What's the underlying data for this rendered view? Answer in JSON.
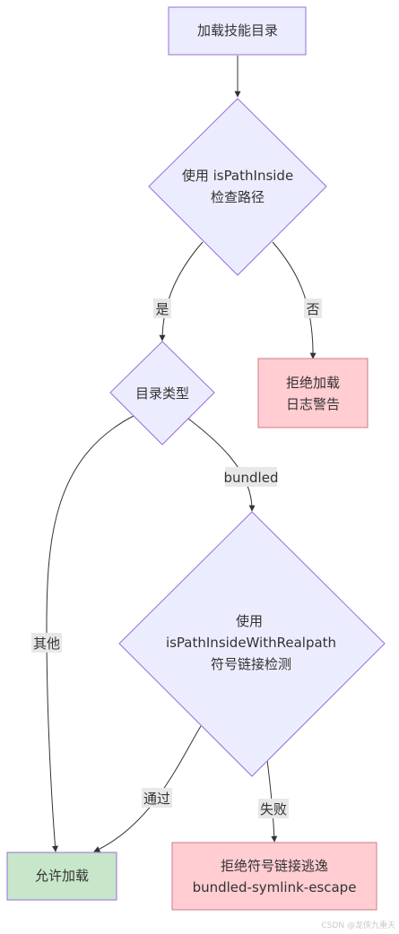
{
  "nodes": {
    "load_dir": {
      "label": "加载技能目录"
    },
    "check_path": {
      "line1": "使用 isPathInside",
      "line2": "检查路径"
    },
    "reject_log": {
      "line1": "拒绝加载",
      "line2": "日志警告"
    },
    "dir_type": {
      "label": "目录类型"
    },
    "check_symlink": {
      "line1": "使用",
      "line2": "isPathInsideWithRealpath",
      "line3": "符号链接检测"
    },
    "allow_load": {
      "label": "允许加载"
    },
    "reject_symlink": {
      "line1": "拒绝符号链接逃逸",
      "line2": "bundled-symlink-escape"
    }
  },
  "edges": {
    "yes": "是",
    "no": "否",
    "bundled": "bundled",
    "other": "其他",
    "pass": "通过",
    "fail": "失败"
  },
  "colors": {
    "default_fill": "#ECECFF",
    "default_stroke": "#9370DB",
    "reject_fill": "#FFCDD2",
    "reject_stroke": "#CC7A8A",
    "allow_fill": "#C8E6C9",
    "allow_stroke": "#9370DB",
    "edge_label_bg": "#E8E8E8",
    "line": "#333333"
  },
  "watermark": "CSDN @龙侠九重天"
}
